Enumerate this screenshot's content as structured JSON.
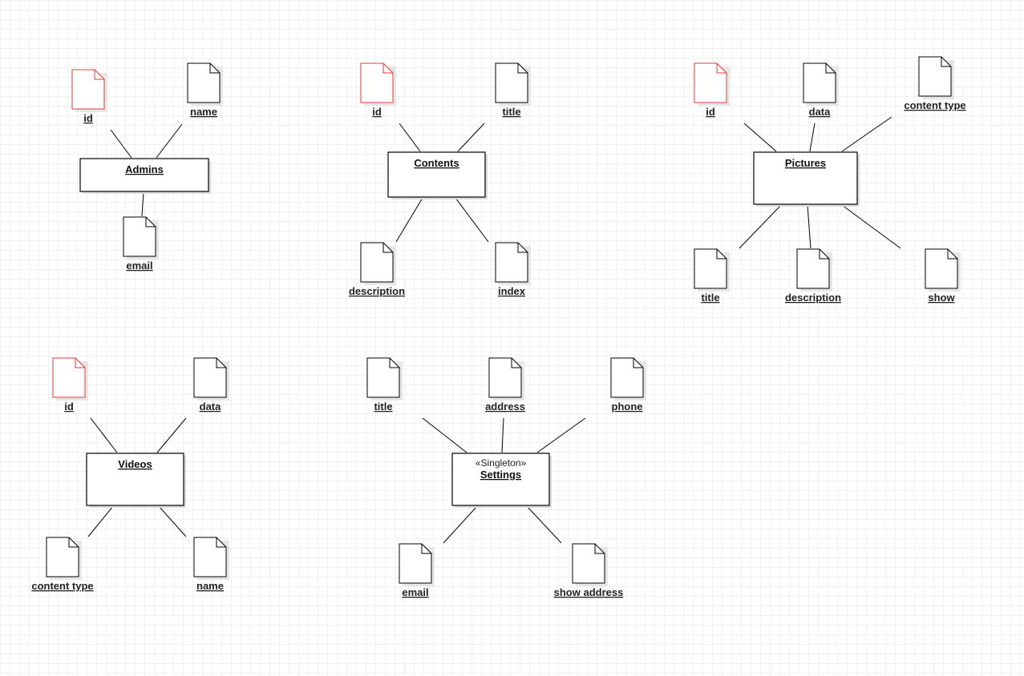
{
  "colors": {
    "key_attribute_stroke": "#e83a3a",
    "attribute_stroke": "#000000",
    "grid": "#f1f1f1"
  },
  "icons": {
    "attribute": "document-icon"
  },
  "entities": [
    {
      "id": "admins",
      "name": "Admins",
      "stereotype": "",
      "attributes": [
        {
          "label": "id",
          "key": true
        },
        {
          "label": "name",
          "key": false
        },
        {
          "label": "email",
          "key": false
        }
      ]
    },
    {
      "id": "contents",
      "name": "Contents",
      "stereotype": "",
      "attributes": [
        {
          "label": "id",
          "key": true
        },
        {
          "label": "title",
          "key": false
        },
        {
          "label": "description",
          "key": false
        },
        {
          "label": "index",
          "key": false
        }
      ]
    },
    {
      "id": "pictures",
      "name": "Pictures",
      "stereotype": "",
      "attributes": [
        {
          "label": "id",
          "key": true
        },
        {
          "label": "data",
          "key": false
        },
        {
          "label": "content type",
          "key": false
        },
        {
          "label": "title",
          "key": false
        },
        {
          "label": "description",
          "key": false
        },
        {
          "label": "show",
          "key": false
        }
      ]
    },
    {
      "id": "videos",
      "name": "Videos",
      "stereotype": "",
      "attributes": [
        {
          "label": "id",
          "key": true
        },
        {
          "label": "data",
          "key": false
        },
        {
          "label": "content type",
          "key": false
        },
        {
          "label": "name",
          "key": false
        }
      ]
    },
    {
      "id": "settings",
      "name": "Settings",
      "stereotype": "«Singleton»",
      "attributes": [
        {
          "label": "title",
          "key": false
        },
        {
          "label": "address",
          "key": false
        },
        {
          "label": "phone",
          "key": false
        },
        {
          "label": "email",
          "key": false
        },
        {
          "label": "show address",
          "key": false
        }
      ]
    }
  ]
}
